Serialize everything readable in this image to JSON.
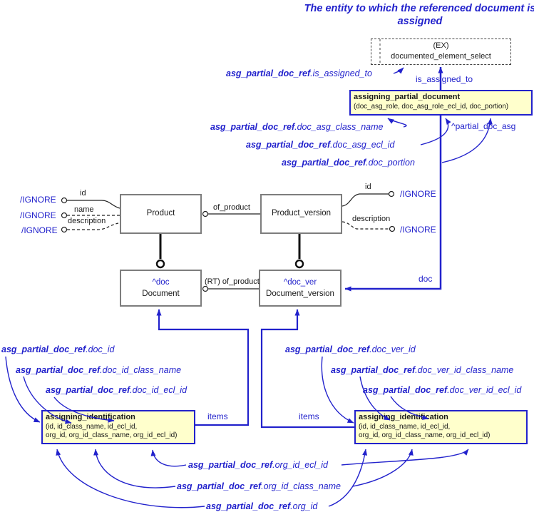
{
  "colors": {
    "blue": "#2222cc",
    "box_fill": "#ffffcc",
    "entity_border": "#7d7d7d"
  },
  "note": "The entity to which the referenced document is assigned",
  "select_box": {
    "line1": "(EX)",
    "line2": "documented_element_select"
  },
  "apd_box": {
    "title": "assigning_partial_document",
    "attrs": "(doc_asg_role, doc_asg_role_ecl_id, doc_portion)"
  },
  "ai_box_left": {
    "title": "assigning_identification",
    "attrs1": "(id, id_class_name, id_ecl_id,",
    "attrs2": "org_id, org_id_class_name, org_id_ecl_id)"
  },
  "ai_box_right": {
    "title": "assigning_identification",
    "attrs1": "(id, id_class_name, id_ecl_id,",
    "attrs2": "org_id, org_id_class_name, org_id_ecl_id)"
  },
  "entities": {
    "product": "Product",
    "product_version": "Product_version",
    "document_tag": "^doc",
    "document": "Document",
    "document_version_tag": "^doc_ver",
    "document_version": "Document_version"
  },
  "edge_labels": {
    "is_assigned_to": "is_assigned_to",
    "partial_doc_asg": "^partial_doc_asg",
    "doc": "doc",
    "of_product": "of_product",
    "rt_of_product": "(RT) of_product",
    "items_left": "items",
    "items_right": "items",
    "attr_id_left": "id",
    "attr_name": "name",
    "attr_description_left": "description",
    "attr_id_right": "id",
    "attr_description_right": "description",
    "ignore_1": "/IGNORE",
    "ignore_2": "/IGNORE",
    "ignore_3": "/IGNORE",
    "ignore_4": "/IGNORE",
    "ignore_5": "/IGNORE"
  },
  "ref_labels": {
    "is_assigned_to": {
      "prefix": "asg_partial_doc_ref",
      "suffix": ".is_assigned_to"
    },
    "doc_asg_class_name": {
      "prefix": "asg_partial_doc_ref",
      "suffix": ".doc_asg_class_name"
    },
    "doc_asg_ecl_id": {
      "prefix": "asg_partial_doc_ref",
      "suffix": ".doc_asg_ecl_id"
    },
    "doc_portion": {
      "prefix": "asg_partial_doc_ref",
      "suffix": ".doc_portion"
    },
    "doc_id": {
      "prefix": "asg_partial_doc_ref",
      "suffix": ".doc_id"
    },
    "doc_id_class_name": {
      "prefix": "asg_partial_doc_ref",
      "suffix": ".doc_id_class_name"
    },
    "doc_id_ecl_id": {
      "prefix": "asg_partial_doc_ref",
      "suffix": ".doc_id_ecl_id"
    },
    "doc_ver_id": {
      "prefix": "asg_partial_doc_ref",
      "suffix": ".doc_ver_id"
    },
    "doc_ver_id_class_name": {
      "prefix": "asg_partial_doc_ref",
      "suffix": ".doc_ver_id_class_name"
    },
    "doc_ver_id_ecl_id": {
      "prefix": "asg_partial_doc_ref",
      "suffix": ".doc_ver_id_ecl_id"
    },
    "org_id_ecl_id": {
      "prefix": "asg_partial_doc_ref",
      "suffix": ".org_id_ecl_id"
    },
    "org_id_class_name": {
      "prefix": "asg_partial_doc_ref",
      "suffix": ".org_id_class_name"
    },
    "org_id": {
      "prefix": "asg_partial_doc_ref",
      "suffix": ".org_id"
    }
  }
}
